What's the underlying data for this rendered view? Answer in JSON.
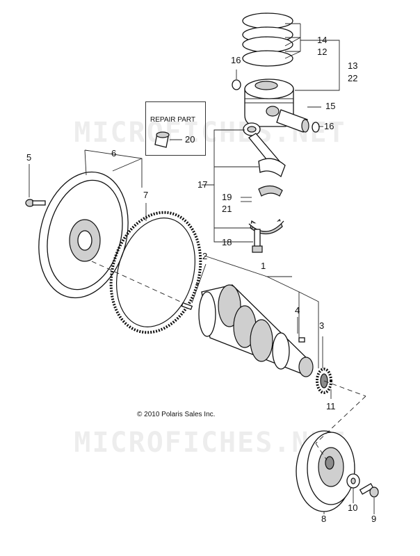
{
  "watermark": "MICROFICHES.NET",
  "repair_part": {
    "label": "REPAIR PART",
    "number": "20"
  },
  "copyright": "© 2010 Polaris Sales Inc.",
  "callouts": {
    "c1": "1",
    "c2": "2",
    "c3": "3",
    "c4": "4",
    "c5": "5",
    "c6": "6",
    "c7": "7",
    "c8": "8",
    "c9": "9",
    "c10": "10",
    "c11": "11",
    "c12": "12",
    "c13": "13",
    "c14": "14",
    "c15": "15",
    "c16a": "16",
    "c16b": "16",
    "c17": "17",
    "c18": "18",
    "c19": "19",
    "c21": "21",
    "c22": "22"
  }
}
